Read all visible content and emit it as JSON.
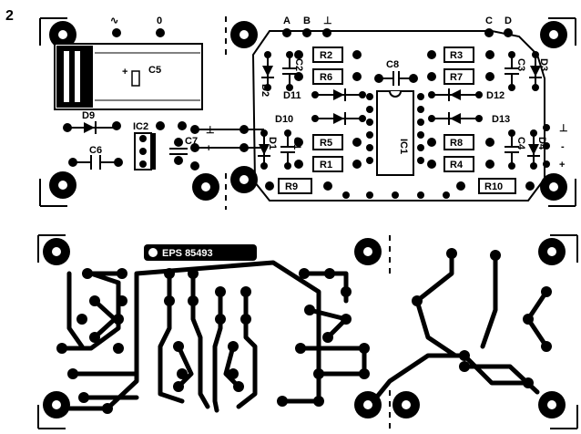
{
  "figure_number": "2",
  "top_labels": {
    "ac": "∿",
    "zero": "0",
    "a": "A",
    "b": "B",
    "ground": "⊥",
    "c": "C",
    "d": "D"
  },
  "components": {
    "c5": "C5",
    "c5_plus": "+",
    "r2": "R2",
    "r6": "R6",
    "r3": "R3",
    "r7": "R7",
    "r5": "R5",
    "r1": "R1",
    "r8": "R8",
    "r4": "R4",
    "r9": "R9",
    "r10": "R10",
    "c8": "C8",
    "c2": "C2",
    "c3": "C3",
    "c1": "C1",
    "c4": "C4",
    "c6": "C6",
    "c7": "C7",
    "d1": "D1",
    "d2": "D2",
    "d3": "D3",
    "d4": "D4",
    "d9": "D9",
    "d10": "D10",
    "d11": "D11",
    "d12": "D12",
    "d13": "D13",
    "ic1": "IC1",
    "ic2": "IC2",
    "term_ground": "⊥",
    "term_plus": "+",
    "term_minus": "-"
  },
  "pcb_label": "EPS 85493"
}
